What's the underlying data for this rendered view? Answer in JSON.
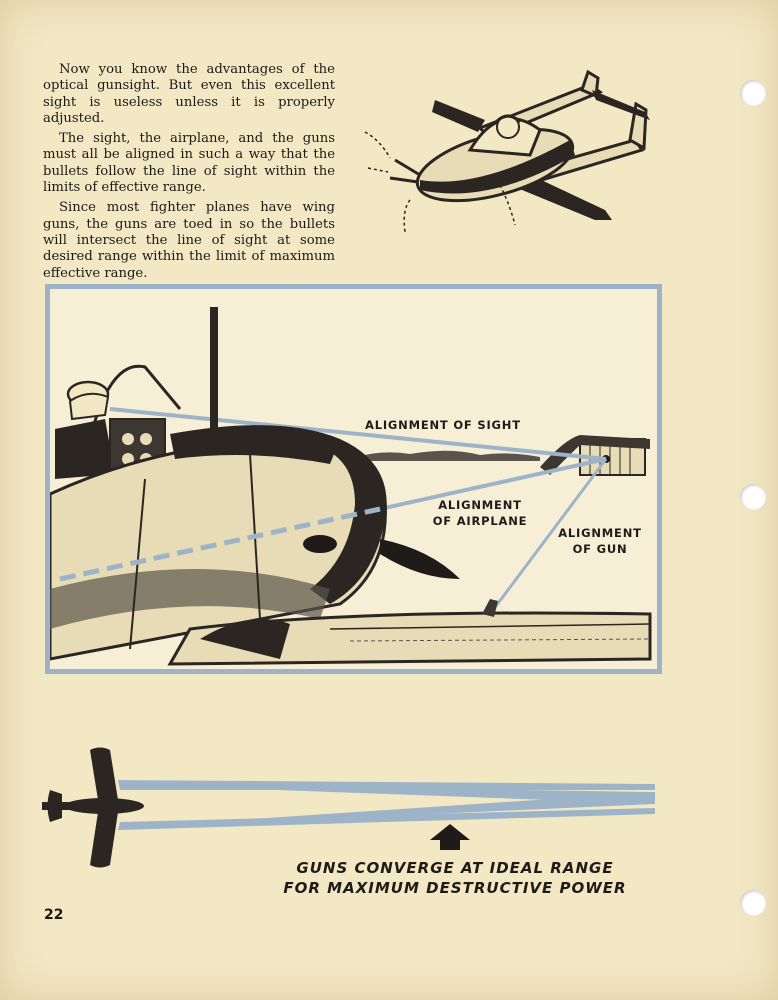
{
  "text": {
    "paragraphs": [
      "Now you know the advantages of the optical gunsight. But even this excellent sight is useless unless it is properly adjusted.",
      "The sight, the airplane, and the guns must all be aligned in such a way that the bullets follow the line of sight within the limits of effective range.",
      "Since most fighter planes have wing guns, the guns are toed in so the bullets will intersect the line of sight at some desired range within the limit of maximum effective range."
    ]
  },
  "diagram": {
    "label_sight": "ALIGNMENT OF SIGHT",
    "label_airplane_1": "ALIGNMENT",
    "label_airplane_2": "OF AIRPLANE",
    "label_gun_1": "ALIGNMENT",
    "label_gun_2": "OF GUN"
  },
  "caption": {
    "line1": "GUNS CONVERGE AT IDEAL RANGE",
    "line2": "FOR MAXIMUM DESTRUCTIVE POWER"
  },
  "page_number": "22",
  "colors": {
    "paper": "#f3e8c4",
    "frame_blue": "#9db4c8",
    "ink": "#1e1b18"
  }
}
